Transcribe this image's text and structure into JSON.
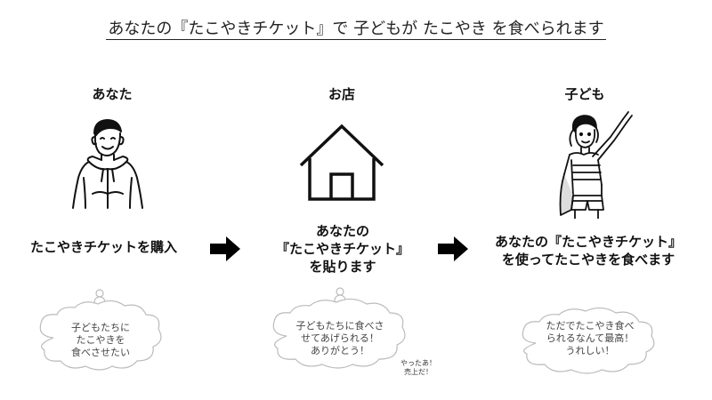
{
  "title": "あなたの『たこやきチケット』で 子どもが たこやき を食べられます",
  "columns": [
    {
      "label": "あなた",
      "icon": "person-icon",
      "step": [
        "たこやきチケットを購入"
      ],
      "thought": [
        "子どもたちに",
        "たこやきを",
        "食べさせたい"
      ]
    },
    {
      "label": "お店",
      "icon": "house-icon",
      "step": [
        "あなたの",
        "『たこやきチケット』",
        "を貼ります"
      ],
      "thought": [
        "子どもたちに食べさ",
        "せてあげられる！",
        "ありがとう！"
      ],
      "aside": [
        "やったあ！",
        "売上だ！"
      ]
    },
    {
      "label": "子ども",
      "icon": "child-pointing-icon",
      "step": [
        "あなたの『たこやきチケット』",
        "を使ってたこやきを食べます"
      ],
      "thought": [
        "ただでたこやき食べ",
        "られるなんて最高！",
        "うれしい！"
      ]
    }
  ],
  "colors": {
    "text": "#111111",
    "cloud_stroke": "#bbbbbb",
    "cloud_text": "#444444",
    "arrow": "#000000"
  }
}
